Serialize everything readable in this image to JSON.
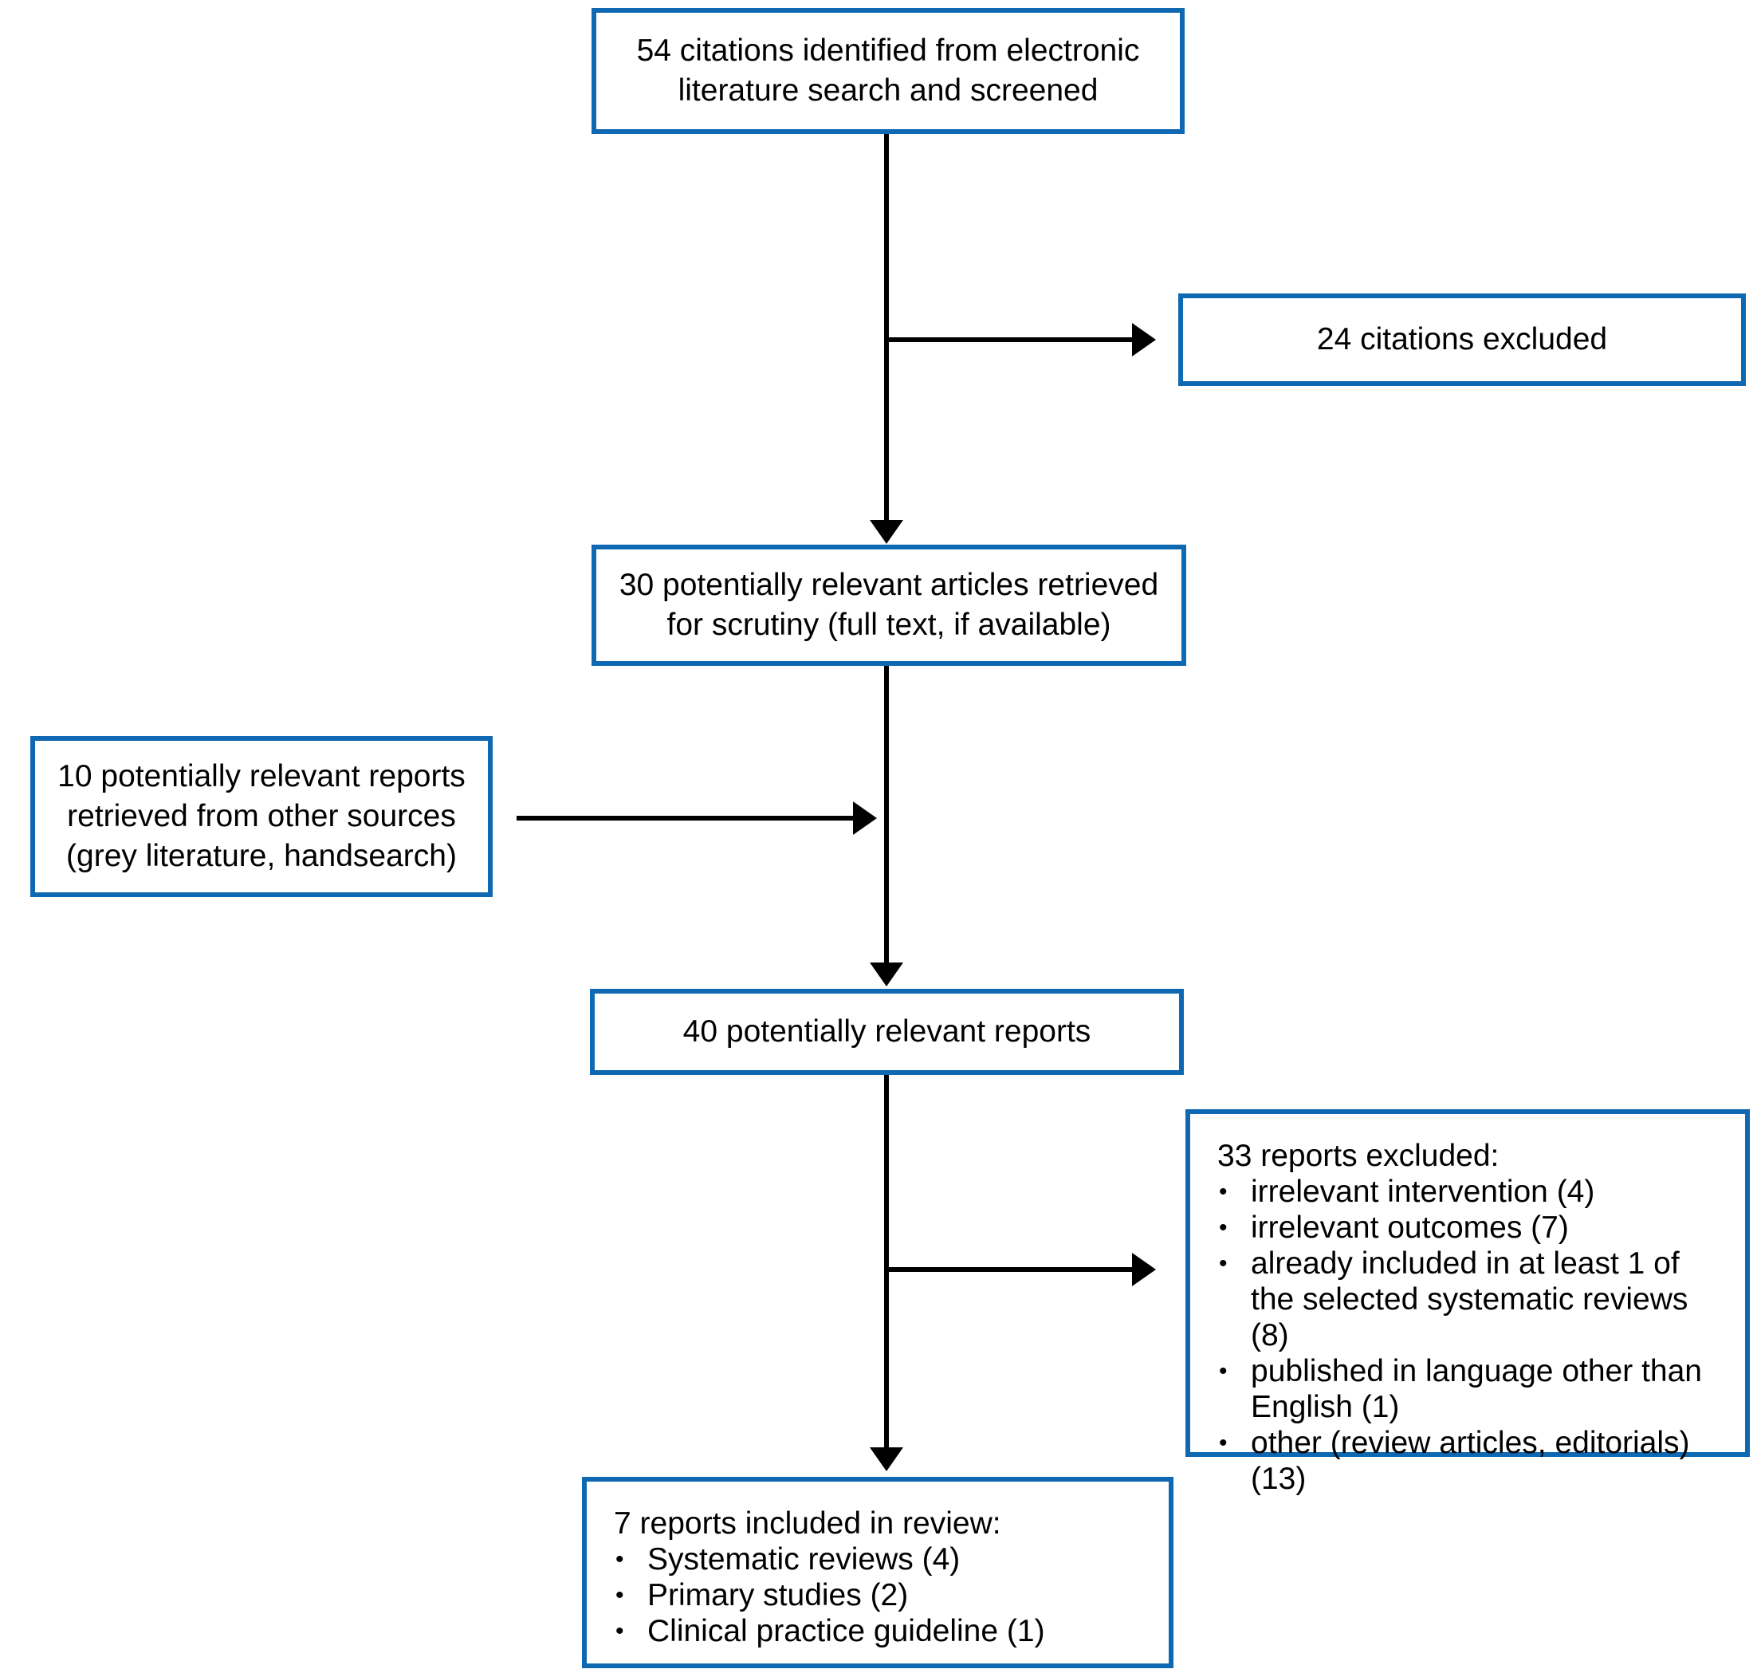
{
  "colors": {
    "box_border": "#0f68b2",
    "arrow": "#000000",
    "text": "#000000",
    "background": "#ffffff"
  },
  "bullet_char": "•",
  "boxes": {
    "identified": {
      "text": "54 citations identified from electronic literature search and screened"
    },
    "excluded_citations": {
      "text": "24 citations excluded"
    },
    "retrieved": {
      "text": "30 potentially relevant articles retrieved for scrutiny (full text, if available)"
    },
    "other_sources": {
      "text": "10 potentially relevant reports retrieved from other sources (grey literature, handsearch)"
    },
    "relevant_reports": {
      "text": "40 potentially relevant reports"
    },
    "excluded_reports": {
      "title": "33 reports excluded:",
      "items": [
        "irrelevant intervention (4)",
        "irrelevant outcomes (7)",
        "already included in at least 1 of the selected systematic reviews (8)",
        "published in language other than English (1)",
        "other (review articles, editorials) (13)"
      ]
    },
    "included": {
      "title": "7 reports included in review:",
      "items": [
        "Systematic reviews (4)",
        "Primary studies (2)",
        "Clinical practice guideline (1)"
      ]
    }
  }
}
